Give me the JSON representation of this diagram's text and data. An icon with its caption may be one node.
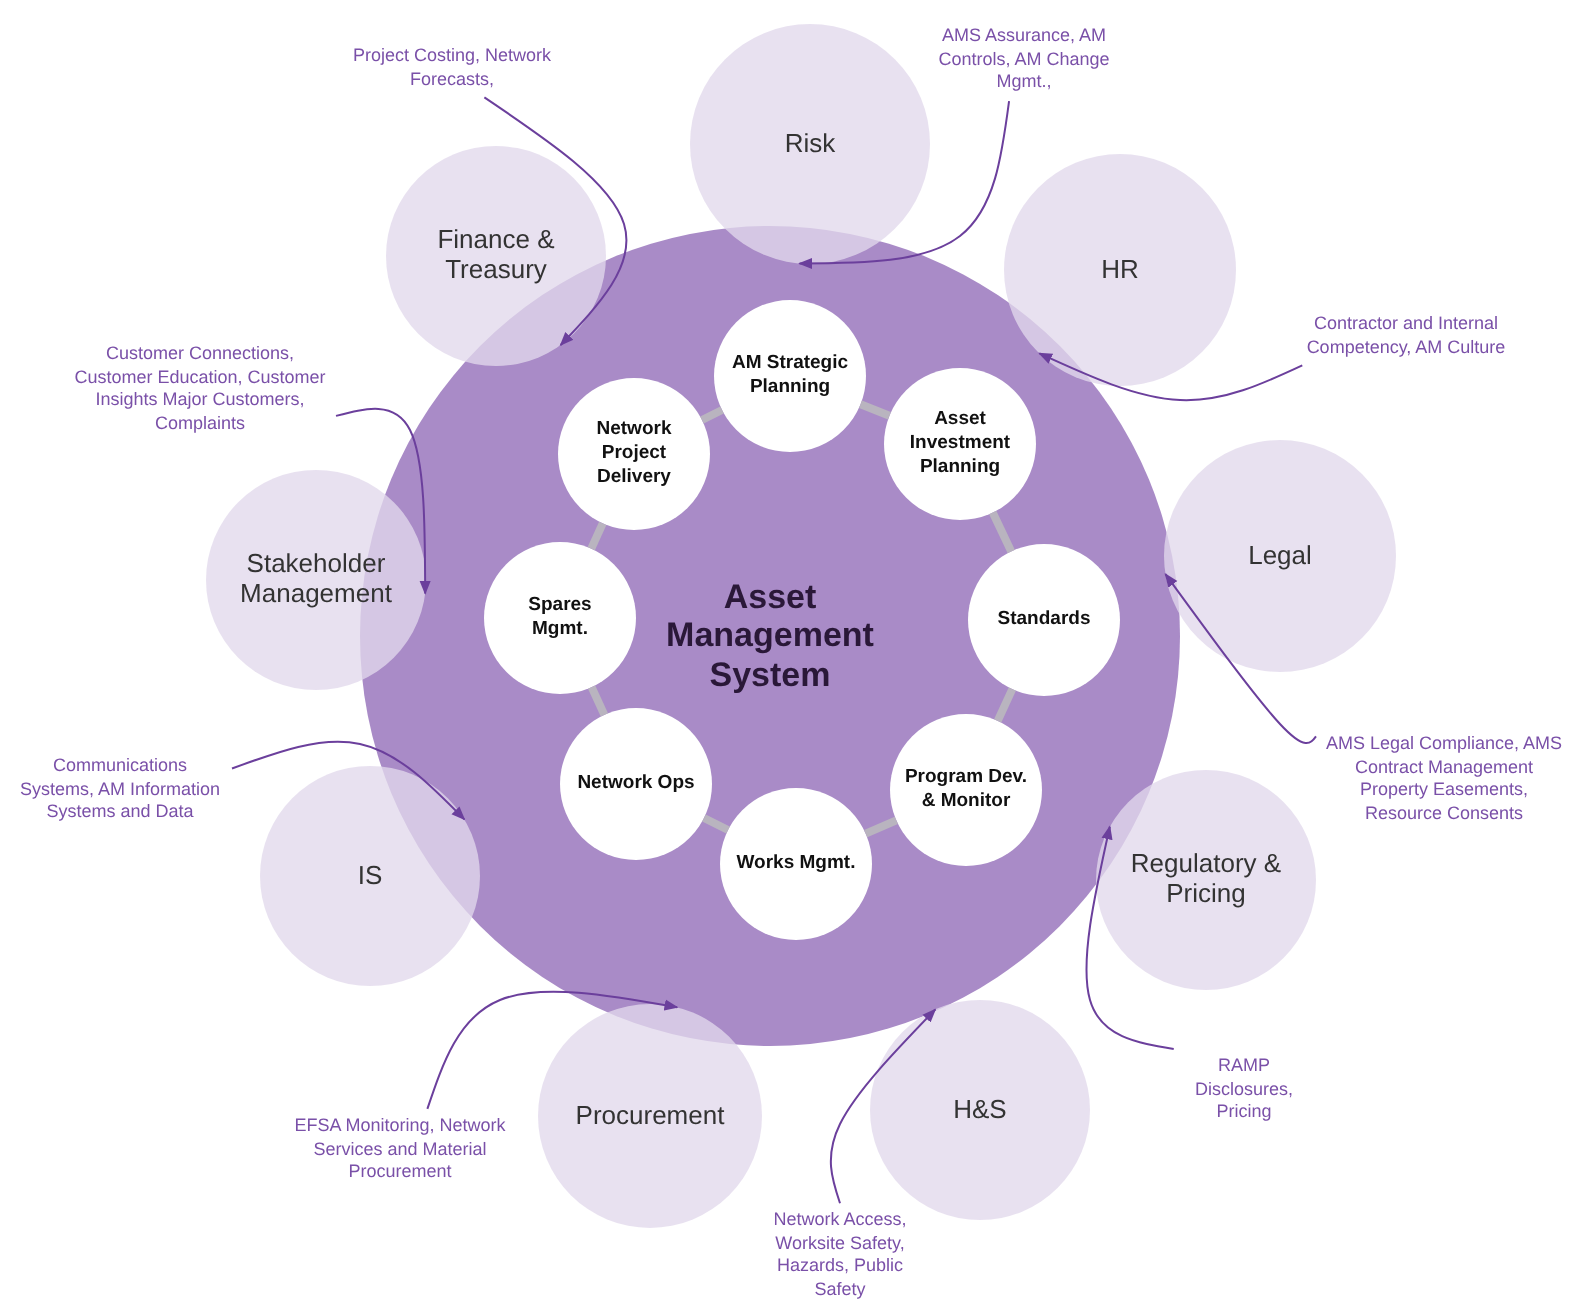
{
  "diagram": {
    "nodes": [
      {
        "text": [
          "Asset Management System"
        ]
      },
      {
        "text": [
          "AM Strategic Planning"
        ],
        "in": 0
      },
      {
        "text": [
          "Asset Investment Planning"
        ],
        "in": 0
      },
      {
        "text": [
          "Standards"
        ],
        "in": 0
      },
      {
        "text": [
          "Program Dev. & Monitor"
        ],
        "in": 0
      },
      {
        "text": [
          "Works Mgmt."
        ],
        "in": 0
      },
      {
        "text": [
          "Network Ops"
        ],
        "in": 0
      },
      {
        "text": [
          "Spares Mgmt."
        ],
        "in": 0
      },
      {
        "text": [
          "Network Project Delivery"
        ],
        "in": 0
      },
      {
        "text": [
          "Risk"
        ]
      },
      {
        "text": [
          "HR"
        ]
      },
      {
        "text": [
          "Legal"
        ]
      },
      {
        "text": [
          "Regulatory & Pricing"
        ]
      },
      {
        "text": [
          "H&S"
        ]
      },
      {
        "text": [
          "Procurement"
        ]
      },
      {
        "text": [
          "IS"
        ]
      },
      {
        "text": [
          "Stakeholder Management"
        ]
      },
      {
        "text": [
          "Finance & Treasury"
        ]
      },
      {
        "text": [
          "AMS Assurance, AM Controls, AM Change Mgmt.,"
        ]
      },
      {
        "text": [
          "Project Costing, Network Forecasts,"
        ]
      },
      {
        "text": [
          "Contractor and Internal Competency, AM Culture"
        ]
      },
      {
        "text": [
          "Customer Connections, Customer Education, Customer Insights Major Customers, Complaints"
        ]
      },
      {
        "text": [
          "AMS Legal Compliance, AMS Contract Management Property Easements, Resource Consents"
        ]
      },
      {
        "text": [
          "Communications Systems, AM Information Systems and Data"
        ]
      },
      {
        "text": [
          "RAMP Disclosures, Pricing"
        ]
      },
      {
        "text": [
          "EFSA Monitoring, Network Services and Material Procurement"
        ]
      },
      {
        "text": [
          "Network Access, Worksite Safety, Hazards, Public Safety"
        ]
      }
    ],
    "edges": [
      {
        "from": 1,
        "to": 2,
        "arrow": "none",
        "style": "thick",
        "color": "#b9b4bf"
      },
      {
        "from": 2,
        "to": 3,
        "arrow": "none",
        "style": "thick",
        "color": "#b9b4bf"
      },
      {
        "from": 3,
        "to": 4,
        "arrow": "none",
        "style": "thick",
        "color": "#b9b4bf"
      },
      {
        "from": 4,
        "to": 5,
        "arrow": "none",
        "style": "thick",
        "color": "#b9b4bf"
      },
      {
        "from": 5,
        "to": 6,
        "arrow": "none",
        "style": "thick",
        "color": "#b9b4bf"
      },
      {
        "from": 6,
        "to": 7,
        "arrow": "none",
        "style": "thick",
        "color": "#b9b4bf"
      },
      {
        "from": 7,
        "to": 8,
        "arrow": "none",
        "style": "thick",
        "color": "#b9b4bf"
      },
      {
        "from": 8,
        "to": 1,
        "arrow": "none",
        "style": "thick",
        "color": "#b9b4bf"
      },
      {
        "from": 18,
        "to": 9,
        "arrow": "to"
      },
      {
        "from": 19,
        "to": 17,
        "arrow": "to"
      },
      {
        "from": 20,
        "to": 10,
        "arrow": "to"
      },
      {
        "from": 21,
        "to": 16,
        "arrow": "to"
      },
      {
        "from": 22,
        "to": 11,
        "arrow": "to"
      },
      {
        "from": 23,
        "to": 15,
        "arrow": "to"
      },
      {
        "from": 24,
        "to": 12,
        "arrow": "to"
      },
      {
        "from": 25,
        "to": 14,
        "arrow": "to"
      },
      {
        "from": 26,
        "to": 13,
        "arrow": "to"
      }
    ]
  }
}
